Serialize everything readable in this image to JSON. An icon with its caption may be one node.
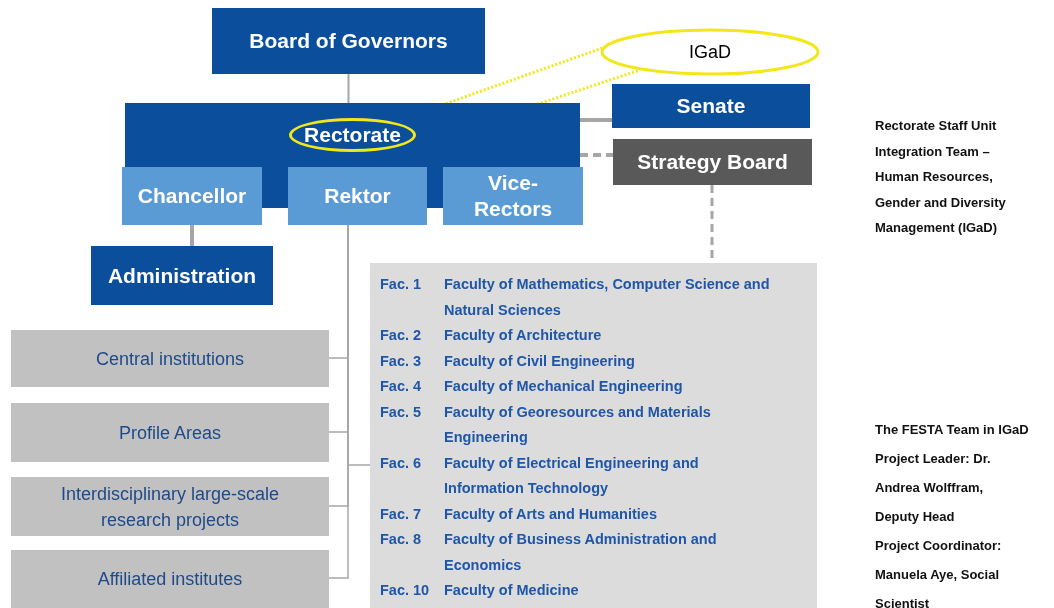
{
  "diagram": {
    "nodes": [
      {
        "text": [
          "Board of Governors"
        ]
      },
      {
        "text": [
          "Rectorate"
        ]
      },
      {
        "text": [
          "IGaD"
        ]
      },
      {
        "text": [
          "Senate"
        ]
      },
      {
        "text": [
          "Strategy Board"
        ]
      },
      {
        "text": [
          "Chancellor"
        ]
      },
      {
        "text": [
          "Rektor"
        ]
      },
      {
        "text": [
          "Vice-Rectors"
        ]
      },
      {
        "text": [
          "Administration"
        ]
      },
      {
        "text": [
          "Central institutions"
        ]
      },
      {
        "text": [
          "Profile Areas"
        ]
      },
      {
        "text": [
          "Interdisciplinary large-scale research projects"
        ]
      },
      {
        "text": [
          "Affiliated institutes"
        ]
      },
      {
        "text": [
          "Fac. 1",
          "Faculty of Mathematics, Computer Science and Natural Sciences",
          "Fac. 2",
          "Faculty of Architecture",
          "Fac. 3",
          "Faculty of Civil Engineering",
          "Fac. 4",
          "Faculty of Mechanical Engineering",
          "Fac. 5",
          "Faculty of Georesources and Materials Engineering",
          "Fac. 6",
          "Faculty of Electrical Engineering and Information Technology",
          "Fac. 7",
          "Faculty of Arts and Humanities",
          "Fac. 8",
          "Faculty of Business Administration and Economics",
          "Fac. 10",
          "Faculty of Medicine"
        ]
      }
    ],
    "edges": [
      {
        "from": 0,
        "to": 1,
        "arrow": "none"
      },
      {
        "from": 1,
        "to": 2,
        "arrow": "none",
        "style": "dashed",
        "color": "#f2e71b"
      },
      {
        "from": 1,
        "to": 3,
        "arrow": "none",
        "style": "thick"
      },
      {
        "from": 1,
        "to": 4,
        "arrow": "none",
        "style": "dashed"
      },
      {
        "from": 5,
        "to": 8,
        "arrow": "none",
        "style": "thick"
      },
      {
        "from": 6,
        "to": 9,
        "arrow": "none"
      },
      {
        "from": 6,
        "to": 10,
        "arrow": "none"
      },
      {
        "from": 6,
        "to": 11,
        "arrow": "none"
      },
      {
        "from": 6,
        "to": 12,
        "arrow": "none"
      },
      {
        "from": 6,
        "to": 13,
        "arrow": "none"
      },
      {
        "from": 4,
        "to": 13,
        "arrow": "none",
        "style": "dashed"
      }
    ],
    "labels": [
      "Rectorate Staff Unit Integration Team – Human Resources, Gender and Diversity Management (IGaD)",
      "The FESTA Team in IGaD",
      "Project Leader: Dr. Andrea Wolffram, Deputy Head",
      "Project Coordinator: Manuela Aye, Social Scientist"
    ]
  }
}
